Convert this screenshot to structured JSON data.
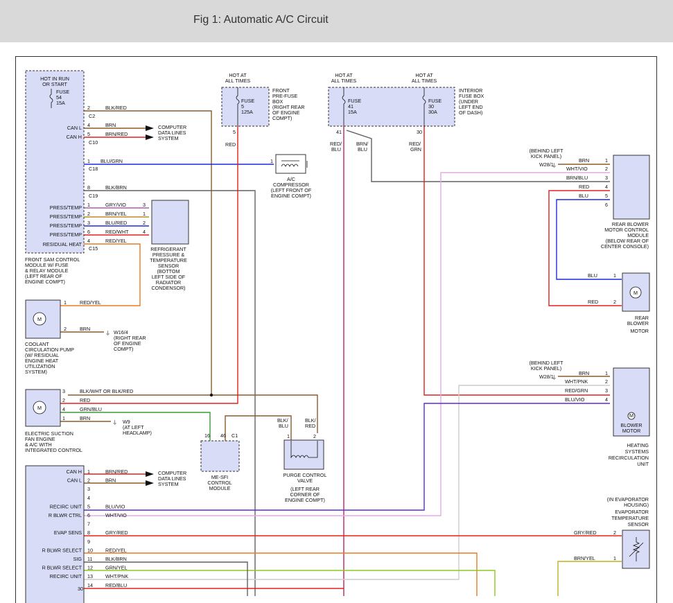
{
  "header": {
    "title": "Fig 1: Automatic A/C Circuit"
  },
  "colors": {
    "red": "#e0201c",
    "brown": "#8a5a2a",
    "blue": "#1c2ae0",
    "pink": "#e6a8e6",
    "grey": "#888888",
    "green": "#3a9a3a",
    "orange": "#e87b20",
    "lightgreen": "#8cc81e",
    "violet_blue": "#5b2bd6",
    "magenta": "#c0206a",
    "darkgrey": "#606060",
    "box_fill": "#d8dcf6"
  },
  "sam": {
    "hot": [
      "HOT IN RUN",
      "OR START"
    ],
    "fuse": [
      "FUSE",
      "54",
      "15A"
    ],
    "can_l": "CAN L",
    "can_h": "CAN H",
    "press": [
      "PRESS/TEMP",
      "PRESS/TEMP",
      "PRESS/TEMP",
      "PRESS/TEMP"
    ],
    "residual": "RESIDUAL HEAT",
    "label": [
      "FRONT SAM CONTROL",
      "MODULE W/ FUSE",
      "& RELAY MODULE",
      "(LEFT REAR OF",
      "ENGINE COMPT)"
    ],
    "connectors": [
      "C2",
      "C10",
      "C18",
      "C19",
      "C15"
    ],
    "pins": [
      "2",
      "4",
      "5",
      "1",
      "8",
      "1",
      "2",
      "3",
      "6",
      "4"
    ]
  },
  "wires": {
    "sam_blk_red": "BLK/RED",
    "brn": "BRN",
    "brn_red": "BRN/RED",
    "blu_grn": "BLU/GRN",
    "blk_brn": "BLK/BRN",
    "gry_vio": "GRY/VIO",
    "brn_yel": "BRN/YEL",
    "blu_red": "BLU/RED",
    "red_wht": "RED/WHT",
    "red_yel": "RED/YEL"
  },
  "computer_data": [
    "COMPUTER",
    "DATA LINES",
    "SYSTEM"
  ],
  "front_fuse": {
    "hot": [
      "HOT AT",
      "ALL TIMES"
    ],
    "fuse": [
      "FUSE",
      "5",
      "125A"
    ],
    "pin": "5",
    "wire": "RED",
    "label": [
      "FRONT",
      "PRE-FUSE",
      "BOX",
      "(RIGHT REAR",
      "OF ENGINE",
      "COMPT)"
    ]
  },
  "interior_fuse": {
    "hot1": [
      "HOT AT",
      "ALL TIMES"
    ],
    "hot2": [
      "HOT AT",
      "ALL TIMES"
    ],
    "fuse1": [
      "FUSE",
      "41",
      "15A"
    ],
    "fuse2": [
      "FUSE",
      "30",
      "30A"
    ],
    "pin1": "41",
    "pin2": "30",
    "wire1": [
      "RED/",
      "BLU"
    ],
    "wire2": [
      "BRN/",
      "BLU"
    ],
    "wire3": [
      "RED/",
      "GRN"
    ],
    "label": [
      "INTERIOR",
      "FUSE BOX",
      "(UNDER",
      "LEFT END",
      "OF DASH)"
    ]
  },
  "compressor": {
    "pin": "1",
    "label": [
      "A/C",
      "COMPRESSOR",
      "(LEFT FRONT OF",
      "ENGINE COMPT)"
    ]
  },
  "refrig": {
    "pins": [
      "3",
      "1",
      "2",
      "4"
    ],
    "label": [
      "REFRIGERANT",
      "PRESSURE &",
      "TEMPERATURE",
      "SENSOR",
      "(BOTTOM",
      "LEFT SIDE OF",
      "RADIATOR",
      "CONDENSOR)"
    ]
  },
  "coolant_pump": {
    "pins": [
      "1",
      "2"
    ],
    "wires": [
      "RED/YEL",
      "BRN"
    ],
    "motor": "M",
    "ground": [
      "W16/4",
      "(RIGHT REAR",
      "OF ENGINE",
      "COMPT)"
    ],
    "label": [
      "COOLANT",
      "CIRCULATION PUMP",
      "(W/ RESIDUAL",
      "ENGINE HEAT",
      "UTILIZATION",
      "SYSTEM)"
    ]
  },
  "suction_fan": {
    "pins": [
      "3",
      "2",
      "4",
      "1"
    ],
    "wires": [
      "BLK/WHT OR BLK/RED",
      "RED",
      "GRN/BLU",
      "BRN"
    ],
    "motor": "M",
    "ground": [
      "W9",
      "(AT LEFT",
      "HEADLAMP)"
    ],
    "label": [
      "ELECTRIC SUCTION",
      "FAN ENGINE",
      "& A/C WITH",
      "INTEGRATED CONTROL"
    ]
  },
  "me_sfi": {
    "pins": [
      "16",
      "46",
      "C1"
    ],
    "label": [
      "ME-SFI",
      "CONTROL",
      "MODULE"
    ]
  },
  "purge": {
    "pins": [
      "1",
      "2"
    ],
    "wires": [
      [
        "BLK/",
        "BLU"
      ],
      [
        "BLK/",
        "RED"
      ]
    ],
    "label": [
      "PURGE CONTROL",
      "VALVE",
      "(LEFT REAR",
      "CORNER OF",
      "ENGINE COMPT)"
    ]
  },
  "rear_blower_ctrl": {
    "ground": [
      "(BEHIND LEFT",
      "KICK PANEL)",
      "W28/1"
    ],
    "wires": [
      "BRN",
      "WHT/VIO",
      "BRN/BLU",
      "RED",
      "BLU"
    ],
    "pins": [
      "1",
      "2",
      "3",
      "4",
      "5",
      "6"
    ],
    "label": [
      "REAR BLOWER",
      "MOTOR CONTROL",
      "MODULE",
      "(BELOW REAR OF",
      "CENTER CONSOLE)"
    ]
  },
  "rear_blower_motor": {
    "wires": [
      "BLU",
      "RED"
    ],
    "pins": [
      "1",
      "2"
    ],
    "motor": "M",
    "label": [
      "REAR",
      "BLOWER",
      "MOTOR"
    ]
  },
  "heating_unit": {
    "ground": [
      "(BEHIND LEFT",
      "KICK PANEL)",
      "W28/1"
    ],
    "wires": [
      "BRN",
      "WHT/PNK",
      "RED/GRN",
      "BLU/VIO"
    ],
    "pins": [
      "1",
      "2",
      "3",
      "4"
    ],
    "inner": [
      "BLOWER",
      "MOTOR"
    ],
    "motor": "M",
    "label": [
      "HEATING",
      "SYSTEMS",
      "RECIRCULATION",
      "UNIT"
    ]
  },
  "evap": {
    "label_top": [
      "(IN EVAPORATOR",
      "HOUSING)",
      "EVAPORATOR",
      "TEMPERATURE",
      "SENSOR"
    ],
    "wires": [
      "GRY/RED",
      "BRN/YEL"
    ],
    "pins": [
      "2",
      "1"
    ]
  },
  "climate": {
    "rows": [
      {
        "pin": "1",
        "label": "CAN H",
        "wire": "BRN/RED"
      },
      {
        "pin": "2",
        "label": "CAN L",
        "wire": "BRN"
      },
      {
        "pin": "3",
        "label": "",
        "wire": ""
      },
      {
        "pin": "4",
        "label": "",
        "wire": ""
      },
      {
        "pin": "5",
        "label": "RECIRC UNIT",
        "wire": "BLU/VIO"
      },
      {
        "pin": "6",
        "label": "R BLWR CTRL",
        "wire": "WHT/VIO"
      },
      {
        "pin": "7",
        "label": "",
        "wire": ""
      },
      {
        "pin": "8",
        "label": "EVAP SENS",
        "wire": "GRY/RED"
      },
      {
        "pin": "9",
        "label": "",
        "wire": ""
      },
      {
        "pin": "10",
        "label": "R BLWR SELECT",
        "wire": "RED/YEL"
      },
      {
        "pin": "11",
        "label": "SIG",
        "wire": "BLK/BRN"
      },
      {
        "pin": "12",
        "label": "R BLWR SELECT",
        "wire": "GRN/YEL"
      },
      {
        "pin": "13",
        "label": "RECIRC UNIT",
        "wire": "WHT/PNK"
      },
      {
        "pin": "14",
        "label": "",
        "wire": "RED/BLU"
      }
    ],
    "partial_pin": "30"
  }
}
